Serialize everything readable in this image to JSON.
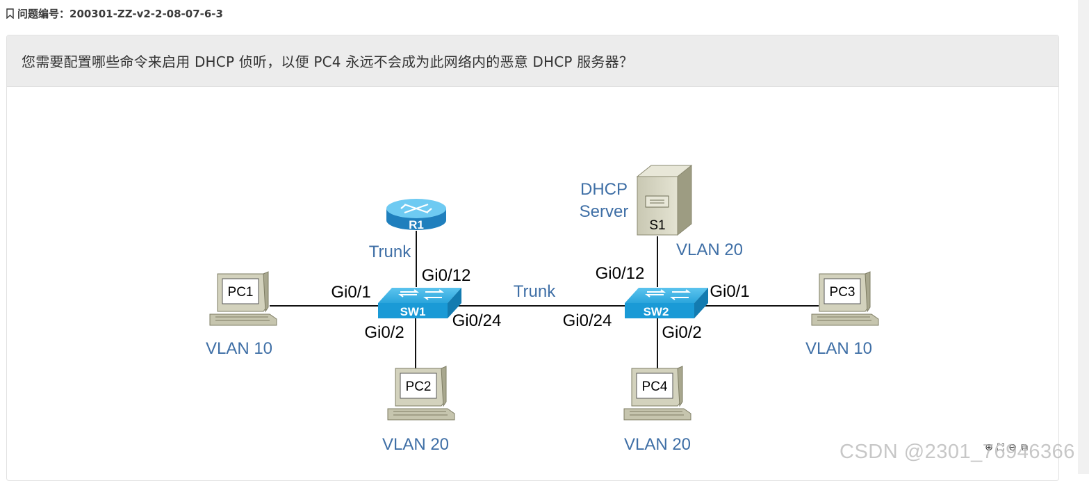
{
  "header": {
    "question_id": "问题编号：200301-ZZ-v2-2-08-07-6-3"
  },
  "question": {
    "text": "您需要配置哪些命令来启用 DHCP 侦听，以便 PC4 永远不会成为此网络内的恶意 DHCP 服务器？"
  },
  "diagram": {
    "devices": {
      "r1": "R1",
      "sw1": "SW1",
      "sw2": "SW2",
      "s1": "S1",
      "pc1": "PC1",
      "pc2": "PC2",
      "pc3": "PC3",
      "pc4": "PC4"
    },
    "labels": {
      "dhcp_server_line1": "DHCP",
      "dhcp_server_line2": "Server",
      "r1_trunk": "Trunk",
      "sw1_gi012": "Gi0/12",
      "sw1_gi01": "Gi0/1",
      "sw1_gi02": "Gi0/2",
      "sw1_gi024": "Gi0/24",
      "link_trunk": "Trunk",
      "sw2_gi024": "Gi0/24",
      "sw2_gi012": "Gi0/12",
      "sw2_gi01": "Gi0/1",
      "sw2_gi02": "Gi0/2",
      "s1_vlan": "VLAN 20",
      "pc1_vlan": "VLAN 10",
      "pc2_vlan": "VLAN 20",
      "pc3_vlan": "VLAN 10",
      "pc4_vlan": "VLAN 20"
    },
    "colors": {
      "switch_blue": "#1a9ad6",
      "router_blue": "#2a8fd0",
      "label_blue": "#3f6fa6",
      "device_beige": "#d9d8c6"
    }
  },
  "toolbar": {
    "icons": [
      "zoom-in-icon",
      "fullscreen-icon",
      "zoom-out-icon",
      "open-external-icon"
    ],
    "zoom_in": "⊕",
    "fullscreen": "⛶",
    "zoom_out": "⊖",
    "open_external": "⧉"
  },
  "watermark": "CSDN @2301_76946366"
}
